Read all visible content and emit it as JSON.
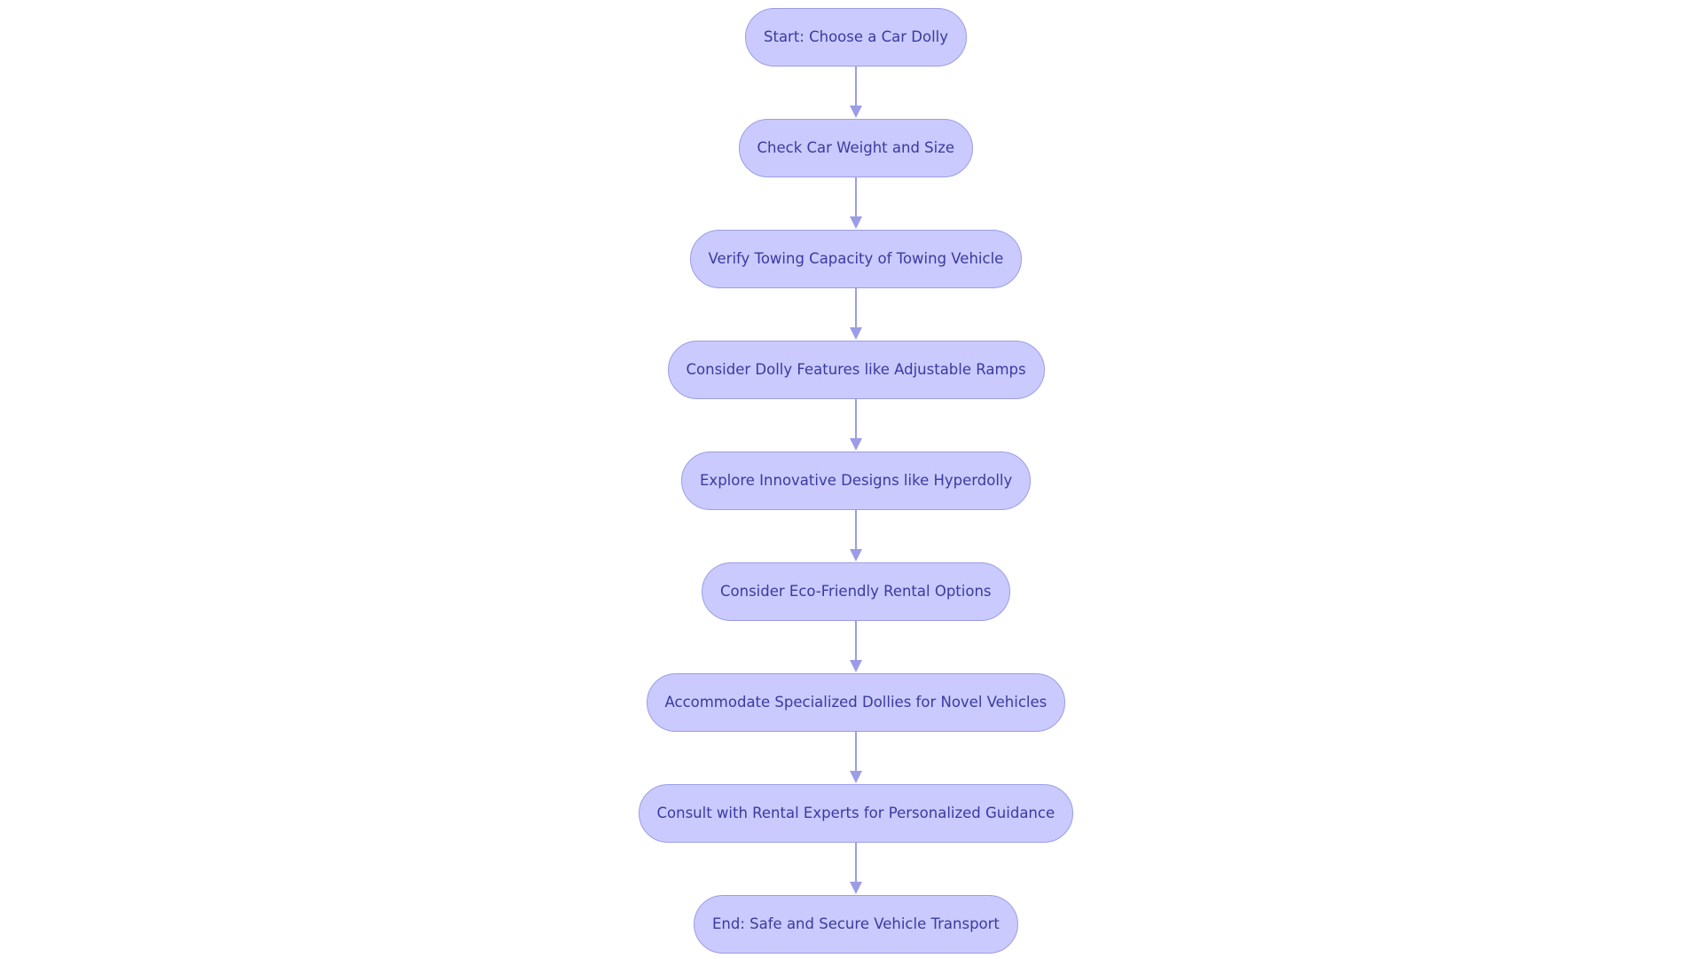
{
  "diagram": {
    "steps": [
      {
        "label": "Start: Choose a Car Dolly"
      },
      {
        "label": "Check Car Weight and Size"
      },
      {
        "label": "Verify Towing Capacity of Towing Vehicle"
      },
      {
        "label": "Consider Dolly Features like Adjustable Ramps"
      },
      {
        "label": "Explore Innovative Designs like Hyperdolly"
      },
      {
        "label": "Consider Eco-Friendly Rental Options"
      },
      {
        "label": "Accommodate Specialized Dollies for Novel Vehicles"
      },
      {
        "label": "Consult with Rental Experts for Personalized Guidance"
      },
      {
        "label": "End: Safe and Secure Vehicle Transport"
      }
    ],
    "colors": {
      "node_fill": "#cacafe",
      "node_stroke": "#9c9de6",
      "node_text": "#3a3aa0",
      "edge": "#9c9de6"
    }
  }
}
